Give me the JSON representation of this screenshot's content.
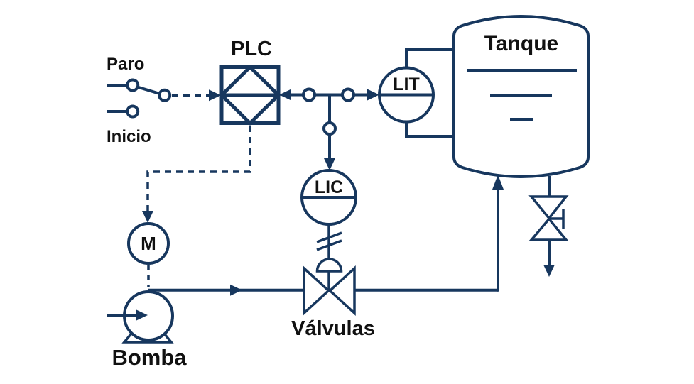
{
  "diagram": {
    "labels": {
      "paro": "Paro",
      "inicio": "Inicio",
      "plc": "PLC",
      "tanque": "Tanque",
      "lit": "LIT",
      "lic": "LIC",
      "motor": "M",
      "valvulas": "Válvulas",
      "bomba": "Bomba"
    },
    "colors": {
      "line": "#17375e",
      "text": "#111111",
      "background": "#ffffff"
    }
  }
}
